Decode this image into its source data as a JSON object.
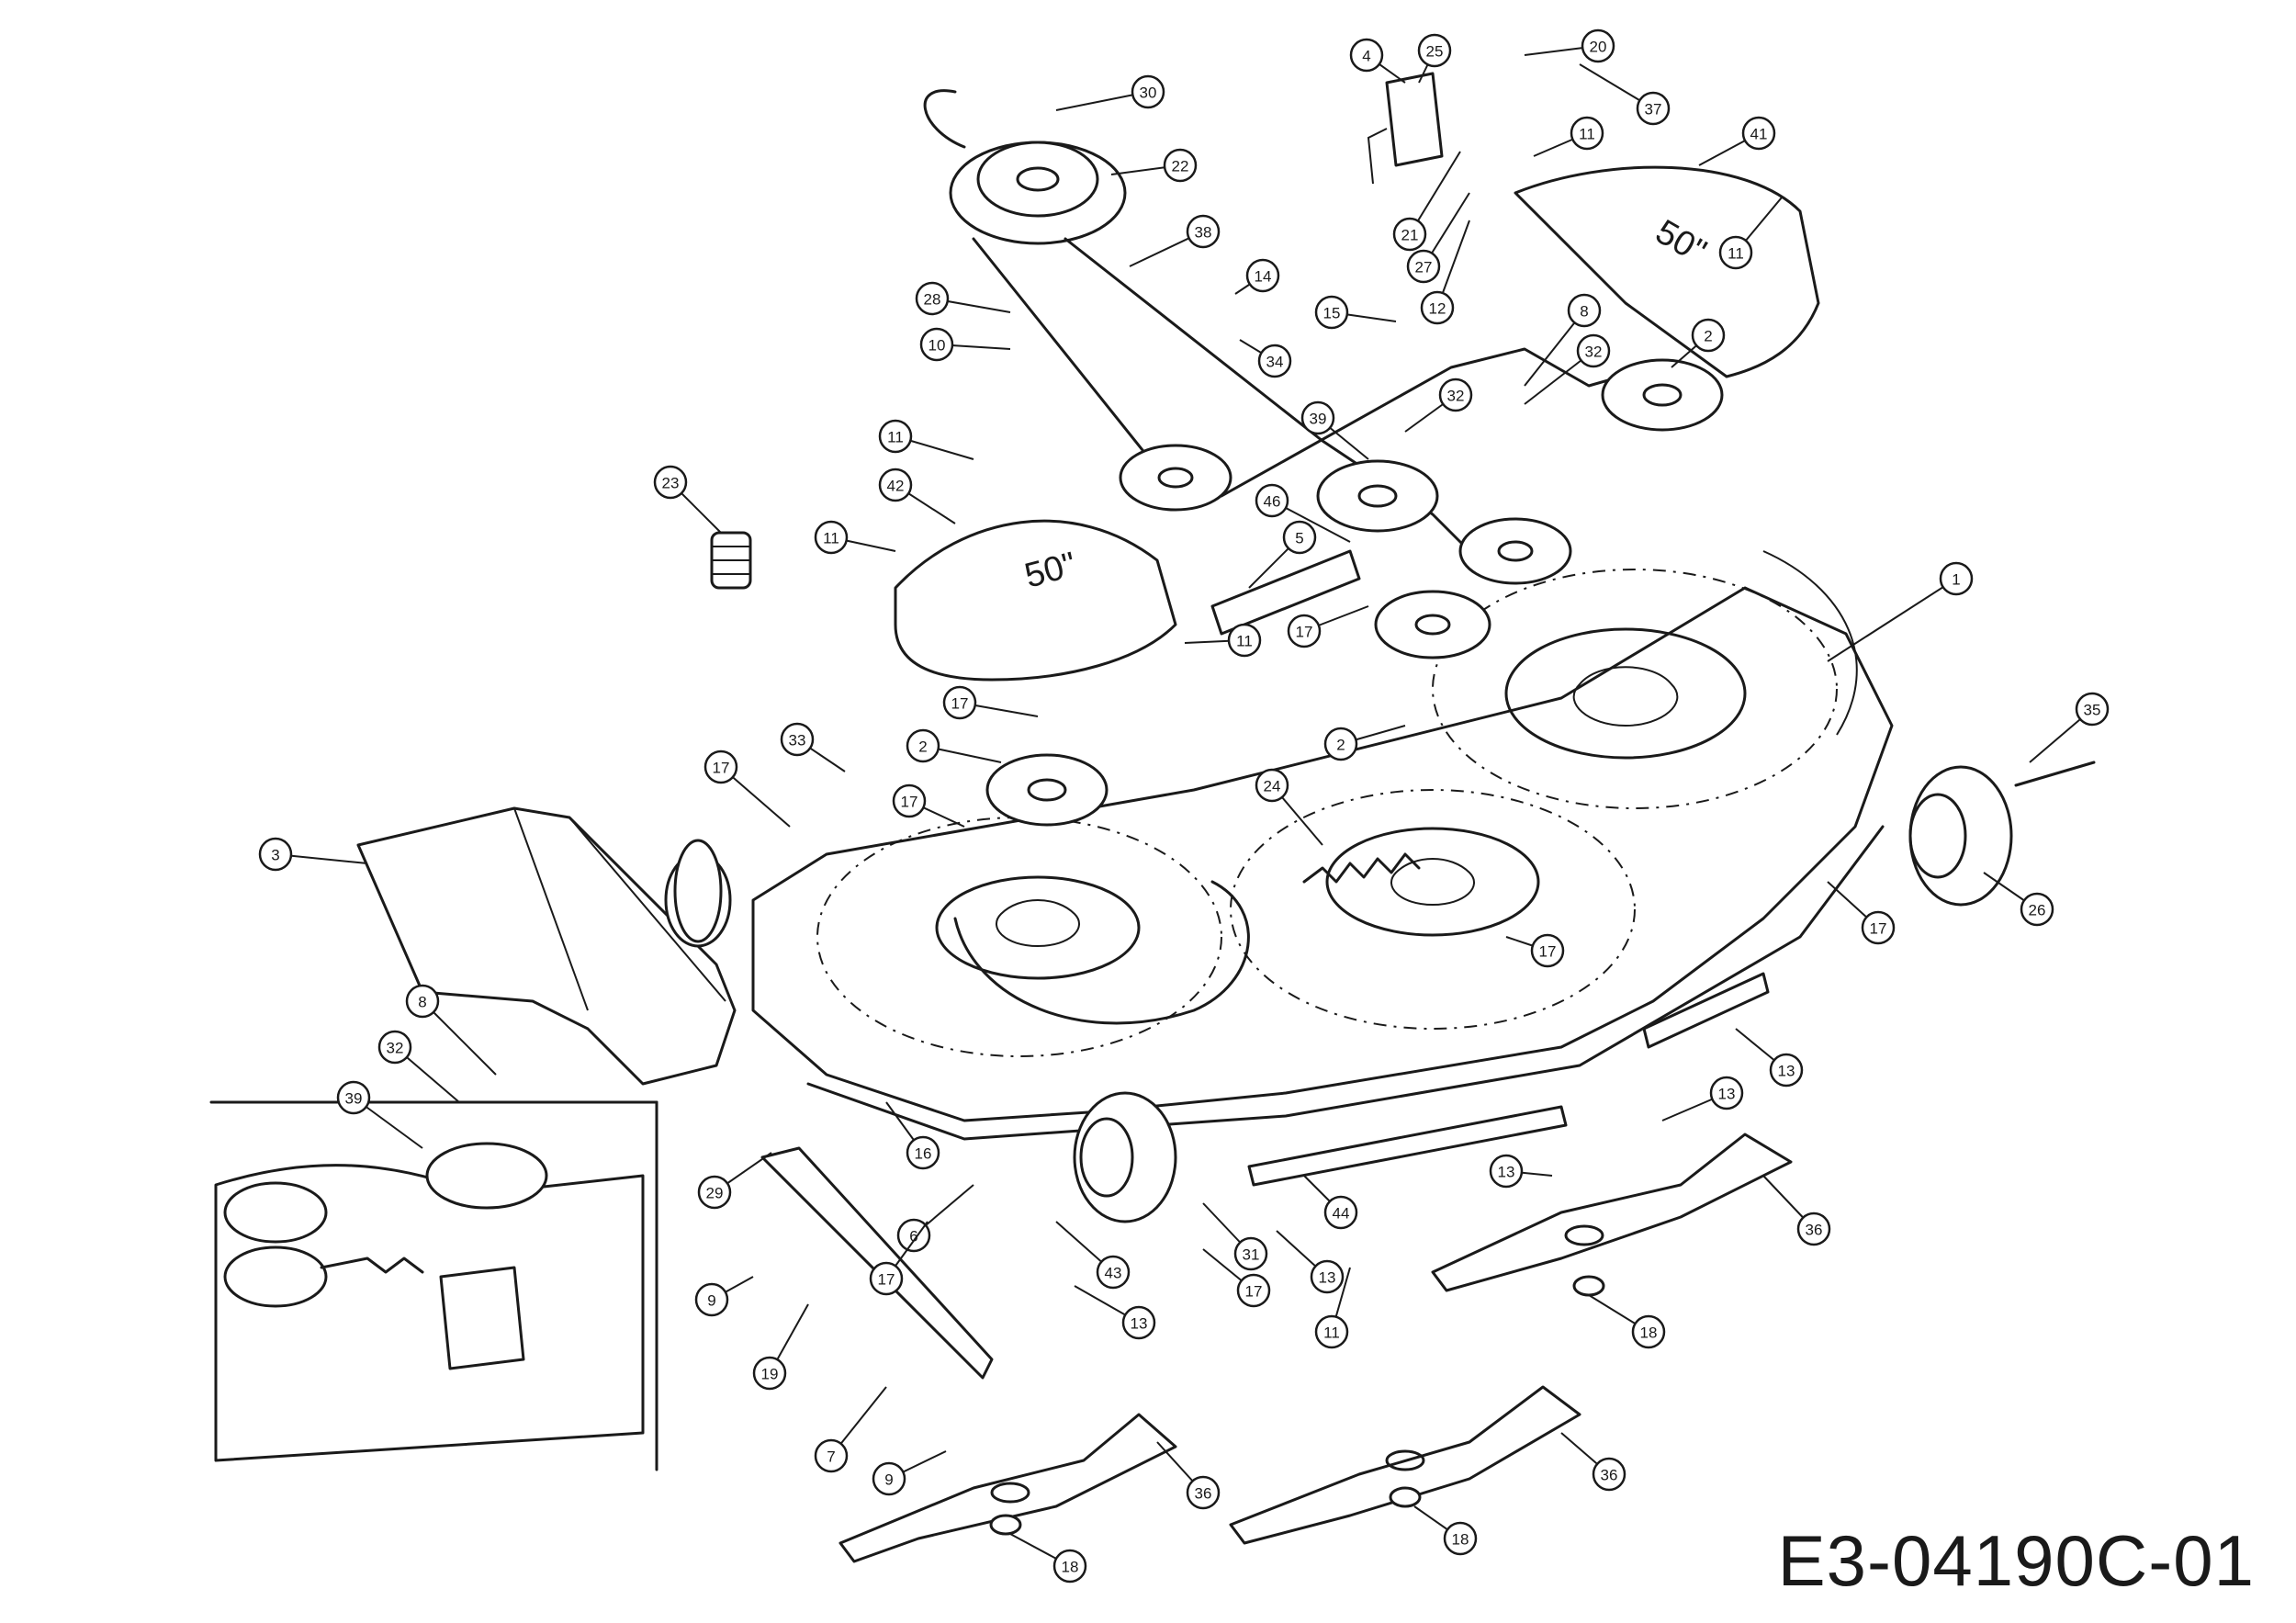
{
  "drawing_code": "E3-04190C-01",
  "deck_stamp": "50\"",
  "callouts": [
    {
      "id": "c1",
      "label": "1"
    },
    {
      "id": "c2a",
      "label": "2"
    },
    {
      "id": "c2b",
      "label": "2"
    },
    {
      "id": "c2c",
      "label": "2"
    },
    {
      "id": "c3",
      "label": "3"
    },
    {
      "id": "c4",
      "label": "4"
    },
    {
      "id": "c5",
      "label": "5"
    },
    {
      "id": "c6",
      "label": "6"
    },
    {
      "id": "c7",
      "label": "7"
    },
    {
      "id": "c8a",
      "label": "8"
    },
    {
      "id": "c8b",
      "label": "8"
    },
    {
      "id": "c9a",
      "label": "9"
    },
    {
      "id": "c9b",
      "label": "9"
    },
    {
      "id": "c10",
      "label": "10"
    },
    {
      "id": "c11a",
      "label": "11"
    },
    {
      "id": "c11b",
      "label": "11"
    },
    {
      "id": "c11c",
      "label": "11"
    },
    {
      "id": "c11d",
      "label": "11"
    },
    {
      "id": "c11e",
      "label": "11"
    },
    {
      "id": "c11f",
      "label": "11"
    },
    {
      "id": "c12",
      "label": "12"
    },
    {
      "id": "c13a",
      "label": "13"
    },
    {
      "id": "c13b",
      "label": "13"
    },
    {
      "id": "c13c",
      "label": "13"
    },
    {
      "id": "c13d",
      "label": "13"
    },
    {
      "id": "c13e",
      "label": "13"
    },
    {
      "id": "c14",
      "label": "14"
    },
    {
      "id": "c15",
      "label": "15"
    },
    {
      "id": "c16",
      "label": "16"
    },
    {
      "id": "c17a",
      "label": "17"
    },
    {
      "id": "c17b",
      "label": "17"
    },
    {
      "id": "c17c",
      "label": "17"
    },
    {
      "id": "c17d",
      "label": "17"
    },
    {
      "id": "c17e",
      "label": "17"
    },
    {
      "id": "c17f",
      "label": "17"
    },
    {
      "id": "c17g",
      "label": "17"
    },
    {
      "id": "c17h",
      "label": "17"
    },
    {
      "id": "c18a",
      "label": "18"
    },
    {
      "id": "c18b",
      "label": "18"
    },
    {
      "id": "c18c",
      "label": "18"
    },
    {
      "id": "c19",
      "label": "19"
    },
    {
      "id": "c20",
      "label": "20"
    },
    {
      "id": "c21",
      "label": "21"
    },
    {
      "id": "c22",
      "label": "22"
    },
    {
      "id": "c23",
      "label": "23"
    },
    {
      "id": "c24",
      "label": "24"
    },
    {
      "id": "c25",
      "label": "25"
    },
    {
      "id": "c26",
      "label": "26"
    },
    {
      "id": "c27",
      "label": "27"
    },
    {
      "id": "c28",
      "label": "28"
    },
    {
      "id": "c29",
      "label": "29"
    },
    {
      "id": "c30",
      "label": "30"
    },
    {
      "id": "c31",
      "label": "31"
    },
    {
      "id": "c32a",
      "label": "32"
    },
    {
      "id": "c32b",
      "label": "32"
    },
    {
      "id": "c32c",
      "label": "32"
    },
    {
      "id": "c33",
      "label": "33"
    },
    {
      "id": "c34",
      "label": "34"
    },
    {
      "id": "c35",
      "label": "35"
    },
    {
      "id": "c36a",
      "label": "36"
    },
    {
      "id": "c36b",
      "label": "36"
    },
    {
      "id": "c36c",
      "label": "36"
    },
    {
      "id": "c37",
      "label": "37"
    },
    {
      "id": "c38",
      "label": "38"
    },
    {
      "id": "c39a",
      "label": "39"
    },
    {
      "id": "c39b",
      "label": "39"
    },
    {
      "id": "c41",
      "label": "41"
    },
    {
      "id": "c42",
      "label": "42"
    },
    {
      "id": "c43",
      "label": "43"
    },
    {
      "id": "c44",
      "label": "44"
    },
    {
      "id": "c46",
      "label": "46"
    }
  ]
}
